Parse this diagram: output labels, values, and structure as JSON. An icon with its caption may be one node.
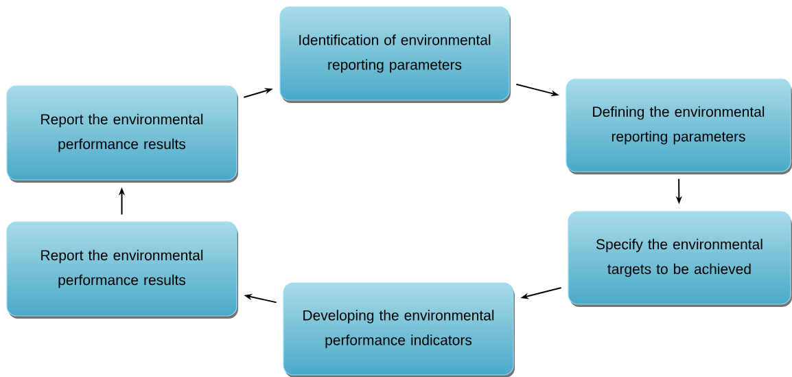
{
  "diagram": {
    "nodes": [
      {
        "text": [
          "Identification of environmental reporting parameters"
        ]
      },
      {
        "text": [
          "Defining the environmental reporting parameters"
        ]
      },
      {
        "text": [
          "Specify the environmental targets to be achieved"
        ]
      },
      {
        "text": [
          "Developing the environmental performance indicators"
        ]
      },
      {
        "text": [
          "Report the environmental performance results"
        ]
      },
      {
        "text": [
          "Report the environmental performance results"
        ]
      }
    ],
    "edges": [
      {
        "from": 0,
        "to": 1,
        "arrow": "to"
      },
      {
        "from": 1,
        "to": 2,
        "arrow": "to"
      },
      {
        "from": 2,
        "to": 3,
        "arrow": "to"
      },
      {
        "from": 3,
        "to": 4,
        "arrow": "to"
      },
      {
        "from": 4,
        "to": 5,
        "arrow": "to"
      },
      {
        "from": 5,
        "to": 0,
        "arrow": "to"
      }
    ]
  }
}
